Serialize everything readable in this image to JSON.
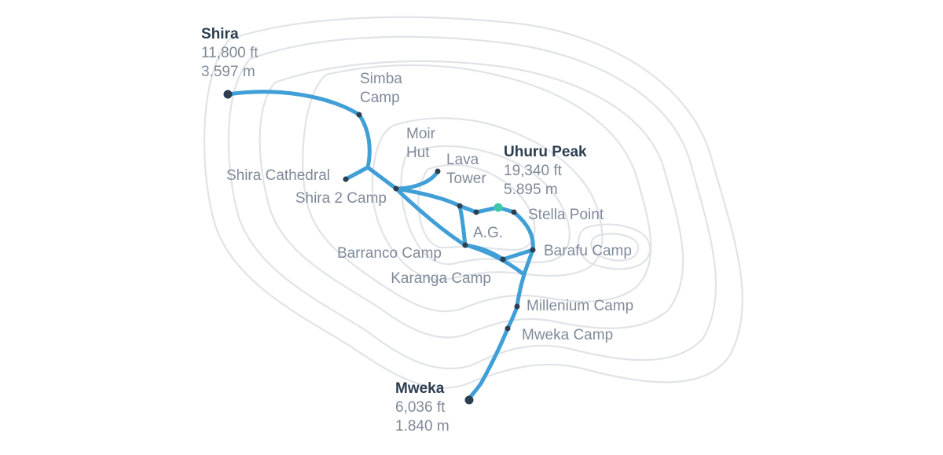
{
  "colors": {
    "route": "#3f9fd6",
    "contour": "#e0e3e8",
    "camp_dot": "#2c3e50",
    "summit_dot": "#3cc7a6",
    "label": "#7f8a99",
    "label_major": "#2c3e50"
  },
  "places": {
    "shira": {
      "name": "Shira",
      "ft": "11,800 ft",
      "m": "3.597 m"
    },
    "uhuru": {
      "name": "Uhuru Peak",
      "ft": "19,340 ft",
      "m": "5.895 m"
    },
    "mweka": {
      "name": "Mweka",
      "ft": "6,036 ft",
      "m": "1.840 m"
    },
    "simba": {
      "line1": "Simba",
      "line2": "Camp"
    },
    "moir": {
      "line1": "Moir",
      "line2": "Hut"
    },
    "lava": {
      "line1": "Lava",
      "line2": "Tower"
    },
    "shira_cathedral": "Shira Cathedral",
    "shira2": "Shira 2 Camp",
    "stella": "Stella Point",
    "ag": "A.G.",
    "barranco": "Barranco Camp",
    "barafu": "Barafu Camp",
    "karanga": "Karanga Camp",
    "millenium": "Millenium Camp",
    "mweka_camp": "Mweka Camp"
  }
}
